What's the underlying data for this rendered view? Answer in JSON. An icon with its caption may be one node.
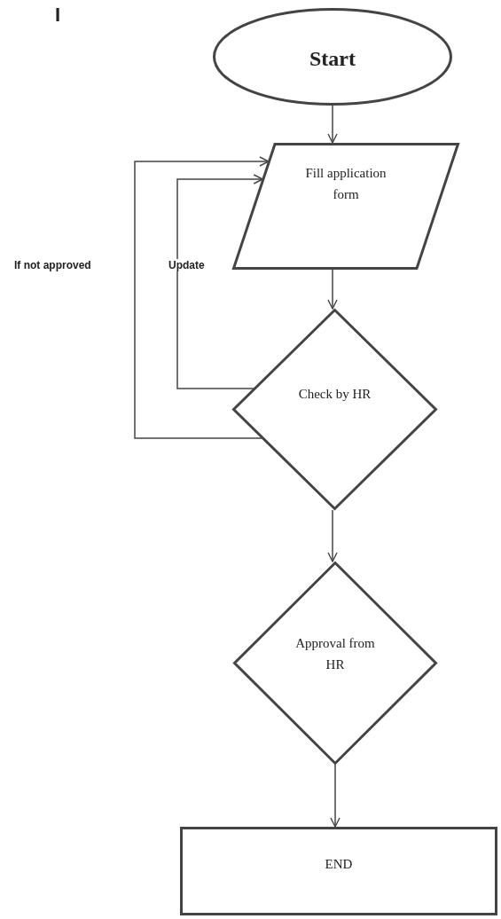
{
  "diagram": {
    "nodes": [
      {
        "text": [
          "Start"
        ]
      },
      {
        "text": [
          "Fill application form"
        ]
      },
      {
        "text": [
          "Check by HR"
        ]
      },
      {
        "text": [
          "Approval from HR"
        ]
      },
      {
        "text": [
          "END"
        ]
      }
    ],
    "edges": [
      {
        "from": 0,
        "to": 1,
        "arrow": "to"
      },
      {
        "from": 1,
        "to": 2,
        "arrow": "to"
      },
      {
        "from": 2,
        "to": 1,
        "arrow": "to",
        "label": "Update"
      },
      {
        "from": 2,
        "to": 1,
        "arrow": "to",
        "label": "If not approved"
      },
      {
        "from": 2,
        "to": 3,
        "arrow": "to"
      },
      {
        "from": 3,
        "to": 4,
        "arrow": "to"
      }
    ],
    "labels": [
      "I"
    ]
  }
}
